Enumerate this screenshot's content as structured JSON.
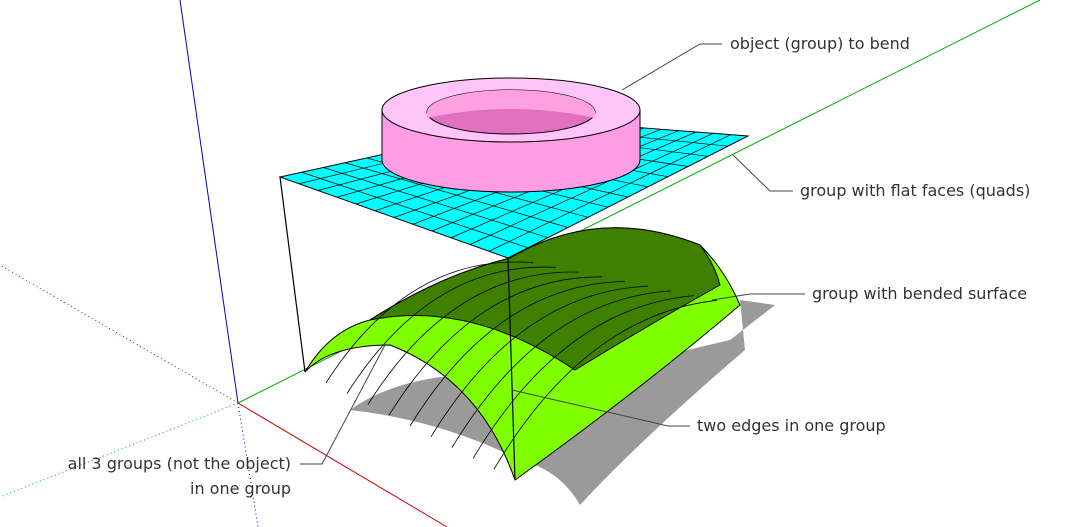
{
  "labels": {
    "object": "object (group) to bend",
    "flat": "group with flat faces (quads)",
    "bended": "group with bended surface",
    "edges": "two edges in one group",
    "all_line1": "all 3 groups (not the object)",
    "all_line2": "in one group"
  },
  "colors": {
    "flat_faces": "#00ffff",
    "bended_surface": "#80ff00",
    "bended_shade": "#3f8000",
    "object": "#ffb0f0",
    "shadow": "#9a9a9a",
    "axis_red": "#cc0000",
    "axis_green": "#00aa00",
    "axis_blue": "#0000cc"
  }
}
